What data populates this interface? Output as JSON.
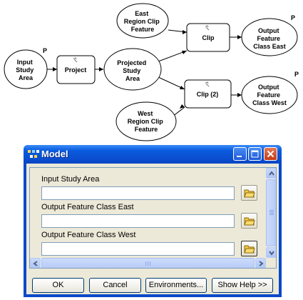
{
  "model_diagram": {
    "input_study_area": [
      "Input",
      "Study",
      "Area"
    ],
    "project": "Project",
    "projected_study_area": [
      "Projected",
      "Study",
      "Area"
    ],
    "east_region_clip_feature": [
      "East",
      "Region Clip",
      "Feature"
    ],
    "west_region_clip_feature": [
      "West",
      "Region Clip",
      "Feature"
    ],
    "clip": "Clip",
    "clip2": "Clip (2)",
    "output_fc_east": [
      "Output",
      "Feature",
      "Class East"
    ],
    "output_fc_west": [
      "Output",
      "Feature",
      "Class West"
    ],
    "parameter_marker": "P"
  },
  "dialog": {
    "title": "Model",
    "fields": [
      {
        "label": "Input Study Area",
        "value": ""
      },
      {
        "label": "Output Feature Class East",
        "value": ""
      },
      {
        "label": "Output Feature Class West",
        "value": ""
      }
    ],
    "buttons": {
      "ok": "OK",
      "cancel": "Cancel",
      "environments": "Environments...",
      "show_help": "Show Help >>"
    }
  },
  "colors": {
    "ellipse_fill": "#ffffff",
    "titlebar_blue": "#0a5bdf",
    "dialog_face": "#ece9d8",
    "close_red": "#c43a15"
  }
}
